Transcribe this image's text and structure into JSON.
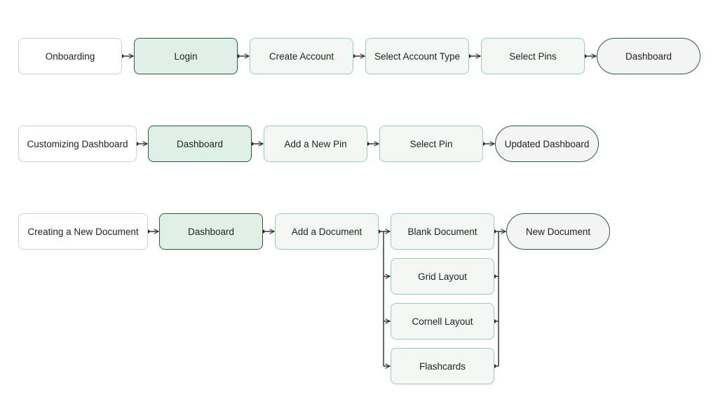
{
  "flows": [
    {
      "name": "onboarding",
      "start": "Onboarding",
      "anchor": "Login",
      "steps": [
        "Create Account",
        "Select Account Type",
        "Select Pins"
      ],
      "end": "Dashboard"
    },
    {
      "name": "customizing-dashboard",
      "start": "Customizing Dashboard",
      "anchor": "Dashboard",
      "steps": [
        "Add a New Pin",
        "Select Pin"
      ],
      "end": "Updated Dashboard"
    },
    {
      "name": "creating-new-document",
      "start": "Creating a New Document",
      "anchor": "Dashboard",
      "steps": [
        "Add a Document"
      ],
      "options": [
        "Blank Document",
        "Grid Layout",
        "Cornell Layout",
        "Flashcards"
      ],
      "end": "New Document"
    }
  ],
  "colors": {
    "line": "#2b2b2b",
    "start_border": "#cfcfcf",
    "anchor_fill": "#dff0e7",
    "anchor_border": "#2f5a44",
    "step_fill": "#f3f8f5",
    "step_border": "#9ccdb4",
    "end_fill": "#f4f4f4"
  }
}
